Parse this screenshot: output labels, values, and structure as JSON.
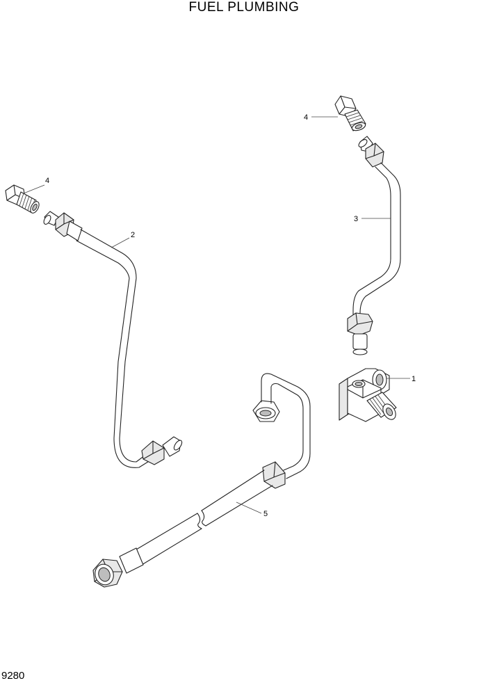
{
  "title": "FUEL PLUMBING",
  "page_code": "9280",
  "callouts": {
    "bracket": "1",
    "pipe_left": "2",
    "pipe_right": "3",
    "adapter_left": "4",
    "adapter_right": "4",
    "hose": "5"
  }
}
